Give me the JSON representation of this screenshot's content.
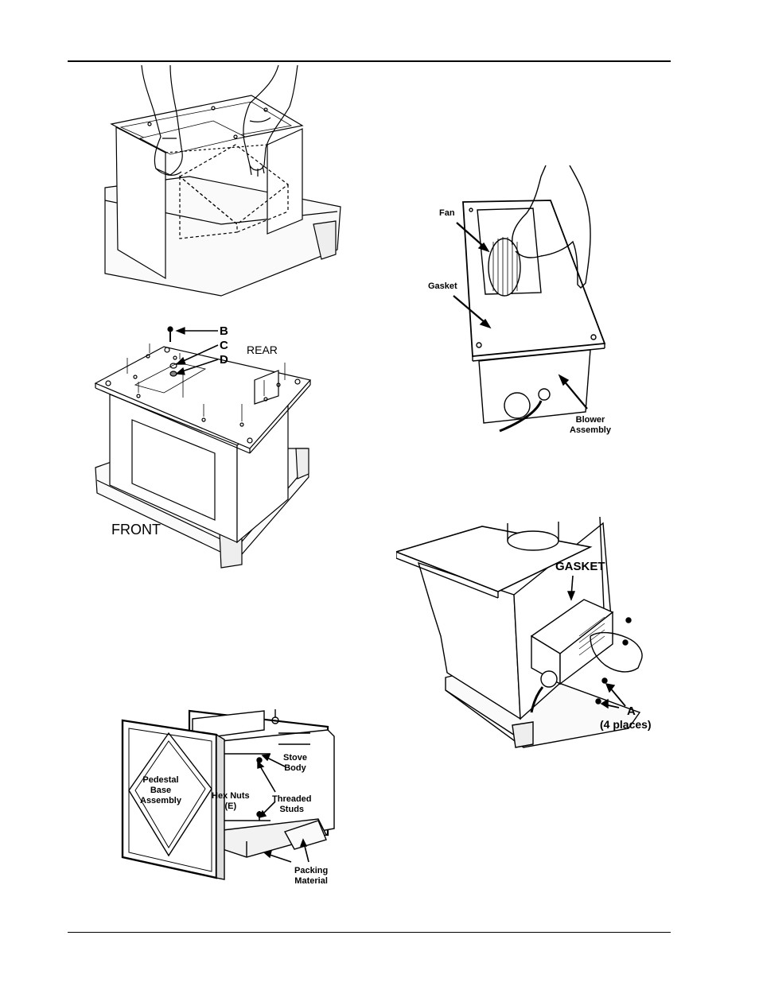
{
  "figure2": {
    "labels": {
      "b": "B",
      "c": "C",
      "d": "D",
      "rear": "REAR",
      "front": "FRONT"
    }
  },
  "figure3": {
    "labels": {
      "stove_body": "Stove\nBody",
      "pedestal": "Pedestal\nBase\nAssembly",
      "hex_nuts": "Hex Nuts\n(E)",
      "threaded_studs": "Threaded\nStuds",
      "packing": "Packing\nMaterial"
    }
  },
  "figure4": {
    "labels": {
      "fan": "Fan",
      "gasket": "Gasket",
      "blower": "Blower\nAssembly"
    }
  },
  "figure5": {
    "labels": {
      "gasket": "GASKET",
      "a": "A",
      "places": "(4 places)"
    }
  }
}
